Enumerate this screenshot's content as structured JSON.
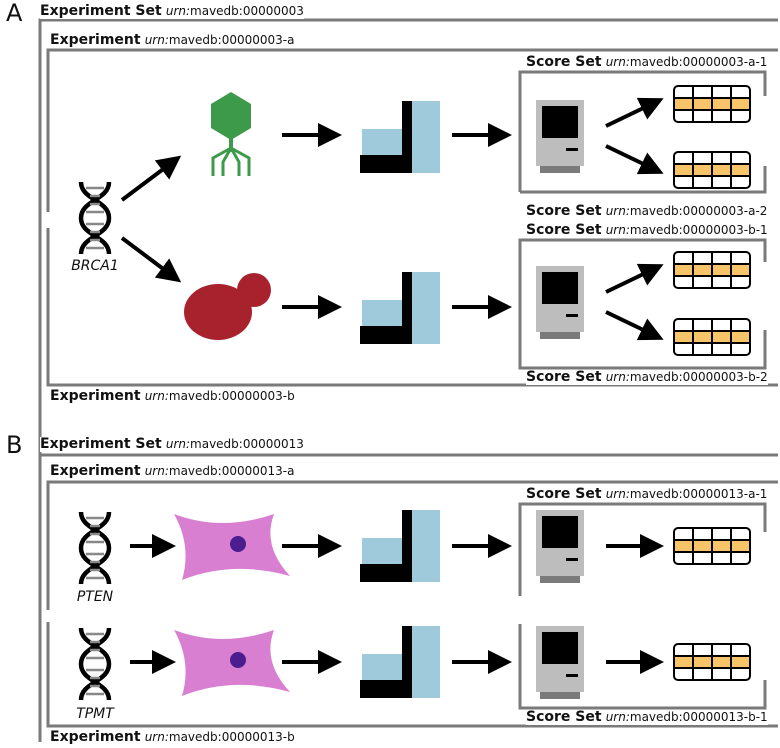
{
  "panels": [
    {
      "letter": "A",
      "experiment_set": {
        "label": "Experiment Set",
        "urn_prefix": "urn:",
        "urn_rest": "mavedb:00000003"
      },
      "experiments": [
        {
          "label": "Experiment",
          "urn_prefix": "urn:",
          "urn_rest": "mavedb:00000003-a",
          "score_sets": [
            {
              "label": "Score Set",
              "urn_prefix": "urn:",
              "urn_rest": "mavedb:00000003-a-1"
            },
            {
              "label": "Score Set",
              "urn_prefix": "urn:",
              "urn_rest": "mavedb:00000003-a-2"
            }
          ]
        },
        {
          "label": "Experiment",
          "urn_prefix": "urn:",
          "urn_rest": "mavedb:00000003-b",
          "score_sets": [
            {
              "label": "Score Set",
              "urn_prefix": "urn:",
              "urn_rest": "mavedb:00000003-b-1"
            },
            {
              "label": "Score Set",
              "urn_prefix": "urn:",
              "urn_rest": "mavedb:00000003-b-2"
            }
          ]
        }
      ],
      "genes": [
        "BRCA1"
      ]
    },
    {
      "letter": "B",
      "experiment_set": {
        "label": "Experiment Set",
        "urn_prefix": "urn:",
        "urn_rest": "mavedb:00000013"
      },
      "experiments": [
        {
          "label": "Experiment",
          "urn_prefix": "urn:",
          "urn_rest": "mavedb:00000013-a",
          "score_sets": [
            {
              "label": "Score Set",
              "urn_prefix": "urn:",
              "urn_rest": "mavedb:00000013-a-1"
            }
          ]
        },
        {
          "label": "Experiment",
          "urn_prefix": "urn:",
          "urn_rest": "mavedb:00000013-b",
          "score_sets": [
            {
              "label": "Score Set",
              "urn_prefix": "urn:",
              "urn_rest": "mavedb:00000013-b-1"
            }
          ]
        }
      ],
      "genes": [
        "PTEN",
        "TPMT"
      ]
    }
  ],
  "icons": [
    "dna-icon",
    "phage-icon",
    "yeast-icon",
    "human-cell-icon",
    "sequencer-icon",
    "computer-icon",
    "score-table-icon",
    "arrow-icon"
  ],
  "colors": {
    "bracket": "#7a7a7a",
    "phage": "#3d9a4a",
    "yeast": "#a8222e",
    "cell": "#d97fd1",
    "nucleus": "#4a1e8f",
    "sequencer_blue": "#9ecadb",
    "table_stripe": "#f7c46a",
    "computer_body": "#bdbdbd"
  }
}
